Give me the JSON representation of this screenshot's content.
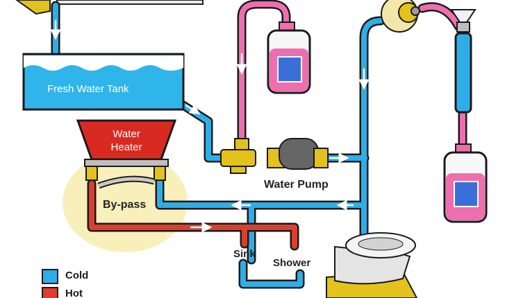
{
  "labels": {
    "tank": "Fresh Water Tank",
    "heater_line1": "Water",
    "heater_line2": "Heater",
    "pump": "Water Pump",
    "bypass": "By-pass",
    "sink": "Sink",
    "shower": "Shower"
  },
  "legend": [
    {
      "label": "Cold",
      "color": "#2eaee8"
    },
    {
      "label": "Hot",
      "color": "#e23b2e"
    }
  ],
  "colors": {
    "cold_pipe": "#2eaee8",
    "hot_pipe": "#d9402e",
    "antifreeze_pipe": "#ee6fae",
    "valve_brass": "#e3c21b",
    "heater_red": "#d92a22",
    "tank_blue": "#2fb5ea",
    "bypass_highlight": "#f8efba"
  },
  "icons": [
    "antifreeze-bottle-icon",
    "toilet-icon",
    "valve-icon",
    "pump-icon",
    "funnel-icon"
  ]
}
